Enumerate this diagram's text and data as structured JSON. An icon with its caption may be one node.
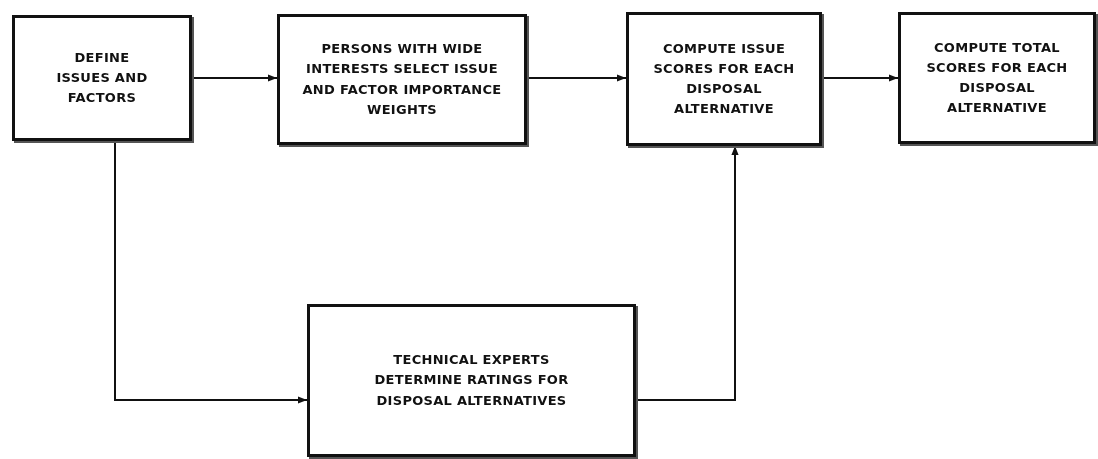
{
  "diagram": {
    "nodes": [
      {
        "text": [
          "DEFINE ISSUES AND FACTORS"
        ]
      },
      {
        "text": [
          "PERSONS WITH WIDE INTERESTS SELECT ISSUE AND FACTOR IMPORTANCE WEIGHTS"
        ]
      },
      {
        "text": [
          "COMPUTE ISSUE SCORES FOR EACH DISPOSAL ALTERNATIVE"
        ]
      },
      {
        "text": [
          "COMPUTE TOTAL SCORES FOR EACH DISPOSAL ALTERNATIVE"
        ]
      },
      {
        "text": [
          "TECHNICAL EXPERTS DETERMINE RATINGS FOR DISPOSAL ALTERNATIVES"
        ]
      }
    ],
    "edges": [
      {
        "from": 0,
        "to": 1,
        "arrow": "to"
      },
      {
        "from": 1,
        "to": 2,
        "arrow": "to"
      },
      {
        "from": 2,
        "to": 3,
        "arrow": "to"
      },
      {
        "from": 0,
        "to": 4,
        "arrow": "to"
      },
      {
        "from": 4,
        "to": 2,
        "arrow": "to"
      }
    ]
  }
}
